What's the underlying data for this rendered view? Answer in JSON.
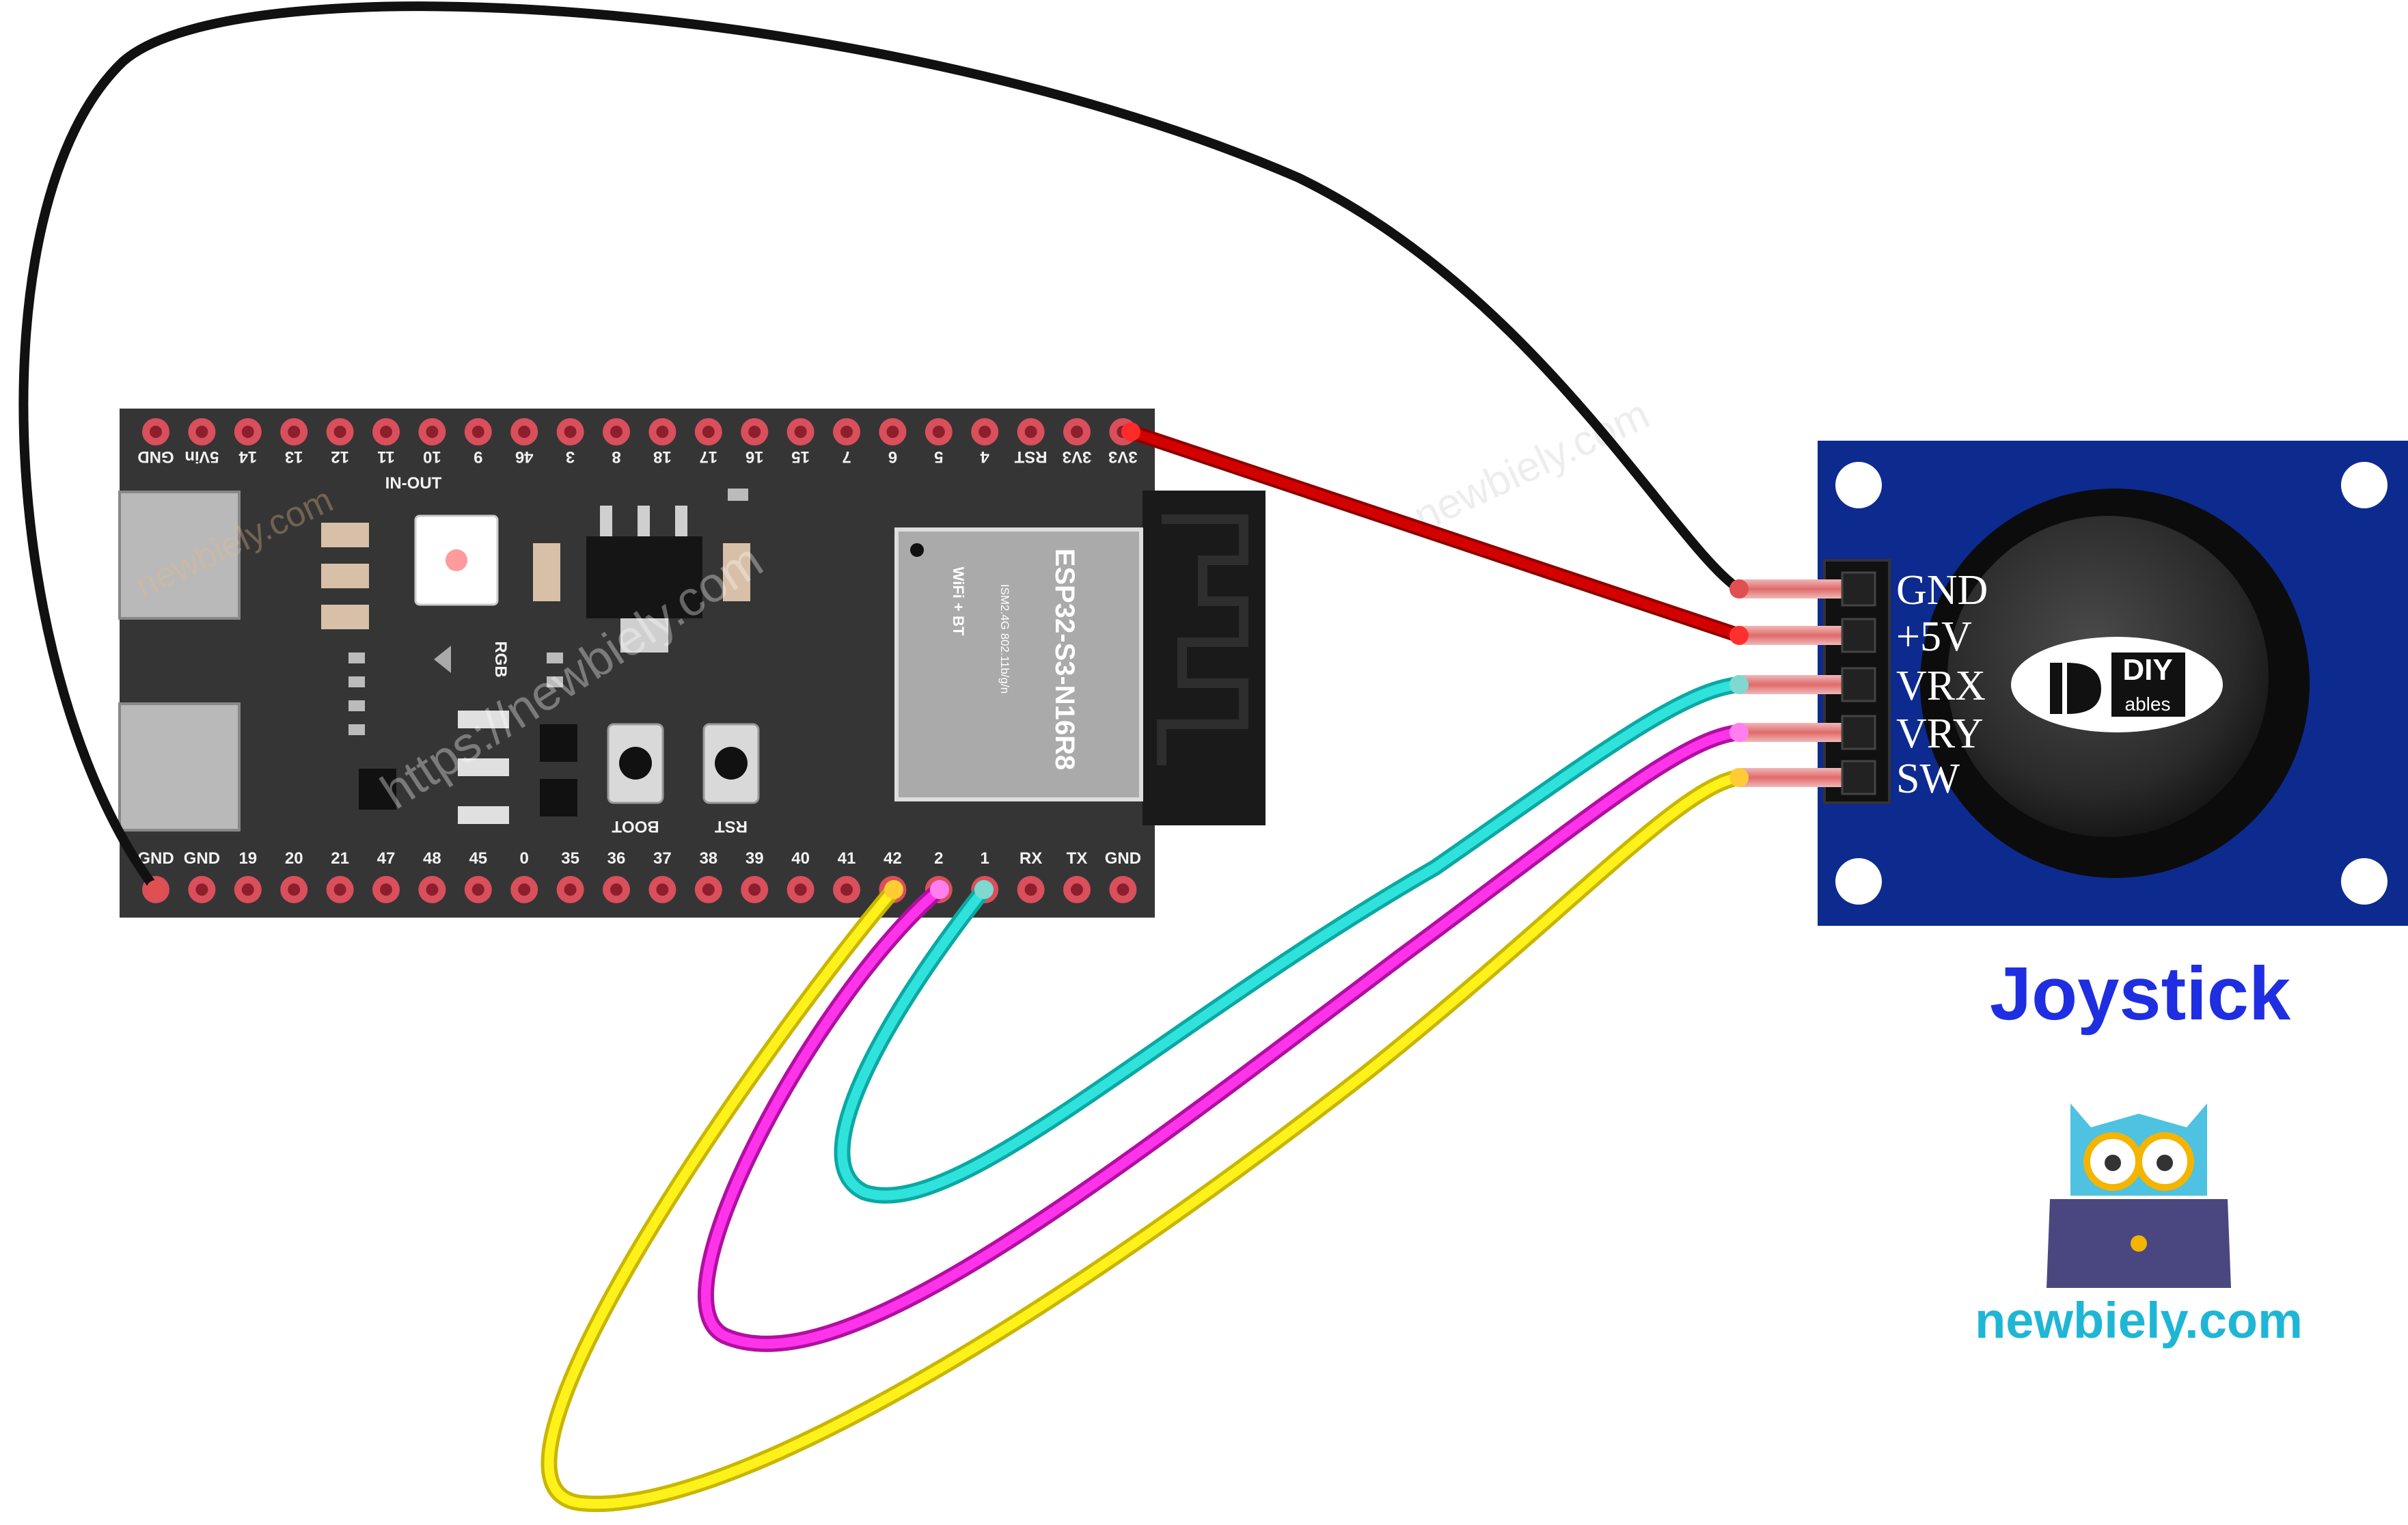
{
  "board": {
    "top_pins": [
      "GND",
      "5Vin",
      "14",
      "13",
      "12",
      "11",
      "10",
      "9",
      "46",
      "3",
      "8",
      "18",
      "17",
      "16",
      "15",
      "7",
      "6",
      "5",
      "4",
      "RST",
      "3V3",
      "3V3"
    ],
    "bottom_pins": [
      "GND",
      "GND",
      "19",
      "20",
      "21",
      "47",
      "48",
      "45",
      "0",
      "35",
      "36",
      "37",
      "38",
      "39",
      "40",
      "41",
      "42",
      "2",
      "1",
      "RX",
      "TX",
      "GND"
    ],
    "inout_label": "IN-OUT",
    "rgb_label": "RGB",
    "boot_label": "BOOT",
    "rst_label": "RST",
    "module": {
      "name": "ESP32-S3-N16R8",
      "line1": "WiFi + BT",
      "line2": "ISM2.4G 802.11b/g/n"
    }
  },
  "joystick": {
    "pins": [
      "GND",
      "+5V",
      "VRX",
      "VRY",
      "SW"
    ],
    "brand_main": "DIY",
    "brand_sub": "ables",
    "caption": "Joystick"
  },
  "watermark": "https://newbiely.com",
  "logo_text": "newbiely.com",
  "colors": {
    "board": "#333333",
    "pin_ring": "#d94f5c",
    "joystick_board": "#0d2a8f",
    "wire_gnd": "#1a1a1a",
    "wire_5v": "#cc0000",
    "wire_vrx": "#1fd6cc",
    "wire_vry": "#ff22e6",
    "wire_sw": "#ffee00",
    "caption": "#1f2ee0",
    "logo_text": "#1fb6d6"
  }
}
